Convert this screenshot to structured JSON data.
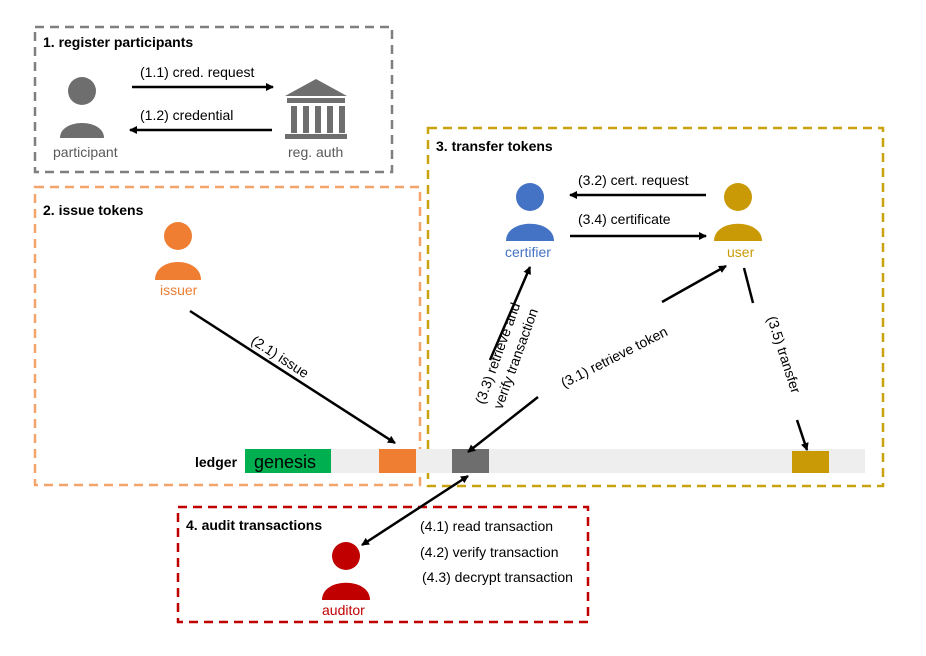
{
  "colors": {
    "gray": "#6e6e6e",
    "orange": "#ef7d32",
    "gold": "#c99a06",
    "blue": "#4472c4",
    "red": "#c00000",
    "green": "#00b050",
    "ledger_track": "#eeeeee"
  },
  "sections": {
    "register": {
      "title": "1. register participants"
    },
    "issue": {
      "title": "2. issue tokens"
    },
    "transfer": {
      "title": "3. transfer tokens"
    },
    "audit": {
      "title": "4. audit transactions"
    }
  },
  "actors": {
    "participant": {
      "label": "participant",
      "icon": "person-icon"
    },
    "reg_auth": {
      "label": "reg. auth",
      "icon": "bank-icon"
    },
    "issuer": {
      "label": "issuer",
      "icon": "person-icon"
    },
    "certifier": {
      "label": "certifier",
      "icon": "person-icon"
    },
    "user": {
      "label": "user",
      "icon": "person-icon"
    },
    "auditor": {
      "label": "auditor",
      "icon": "person-icon"
    }
  },
  "steps": {
    "s1_1": "(1.1) cred. request",
    "s1_2": "(1.2) credential",
    "s2_1": "(2.1) issue",
    "s3_1": "(3.1) retrieve token",
    "s3_2": "(3.2) cert. request",
    "s3_3_line1": "(3.3) retrieve and",
    "s3_3_line2": "verify transaction",
    "s3_4": "(3.4) certificate",
    "s3_5": "(3.5) transfer",
    "s4_1": "(4.1) read transaction",
    "s4_2": "(4.2) verify transaction",
    "s4_3": "(4.3) decrypt transaction"
  },
  "ledger": {
    "label": "ledger",
    "genesis": "genesis"
  }
}
